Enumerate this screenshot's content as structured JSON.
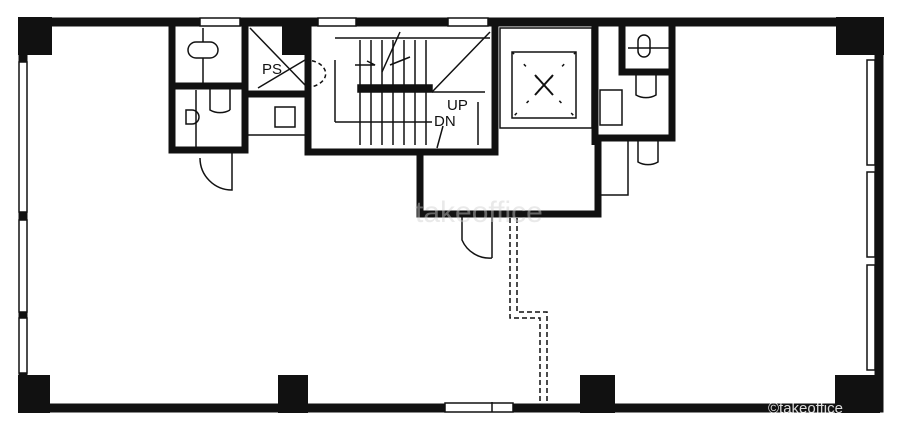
{
  "plan": {
    "labels": {
      "pipe_space": "PS",
      "stair_up": "UP",
      "stair_down": "DN"
    },
    "watermark_center": "takeoffice",
    "copyright": "©takeoffice",
    "colors": {
      "wall": "#111111",
      "background": "#ffffff"
    }
  }
}
